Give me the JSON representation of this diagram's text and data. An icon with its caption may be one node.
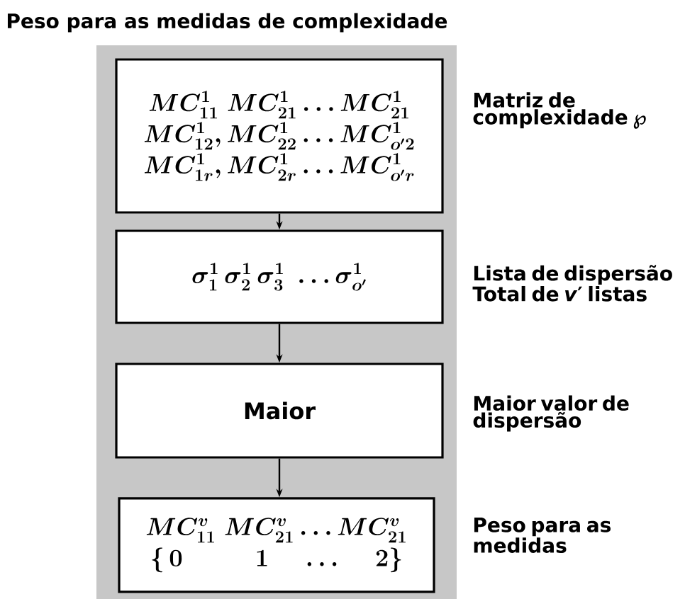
{
  "diagram": {
    "title": "Peso para as medidas de complexidade",
    "nodes": [
      {
        "text": [
          "MC^1_{11}\\; MC^1_{21} \\dots MC^1_{21}",
          "MC^1_{12}, MC^1_{22} \\dots MC^1_{o'2}",
          "MC^1_{1r}, MC^1_{2r} \\dots MC^1_{o'r}"
        ],
        "beside": [
          "Matriz de complexidade ℘"
        ]
      },
      {
        "text": [
          "\\sigma^1_1\\, \\sigma^1_2\\, \\sigma^1_3\\; \\dots \\sigma^1_{o'}"
        ],
        "beside": [
          "Lista de dispersão Total de *v*′ listas"
        ]
      },
      {
        "text": [
          "Maior"
        ],
        "beside": [
          "Maior valor de dispersão"
        ]
      },
      {
        "text": [
          "MC^v_{11}\\; MC^v_{21} \\dots MC^v_{21}",
          "\\{\\,0 \\qquad\\quad 1 \\quad\\; \\dots \\quad\\; 2\\}"
        ],
        "beside": [
          "Peso para as medidas"
        ]
      }
    ],
    "edges": [
      {
        "from": 0,
        "to": 1,
        "arrow": "to"
      },
      {
        "from": 1,
        "to": 2,
        "arrow": "to"
      },
      {
        "from": 2,
        "to": 3,
        "arrow": "to"
      }
    ]
  }
}
